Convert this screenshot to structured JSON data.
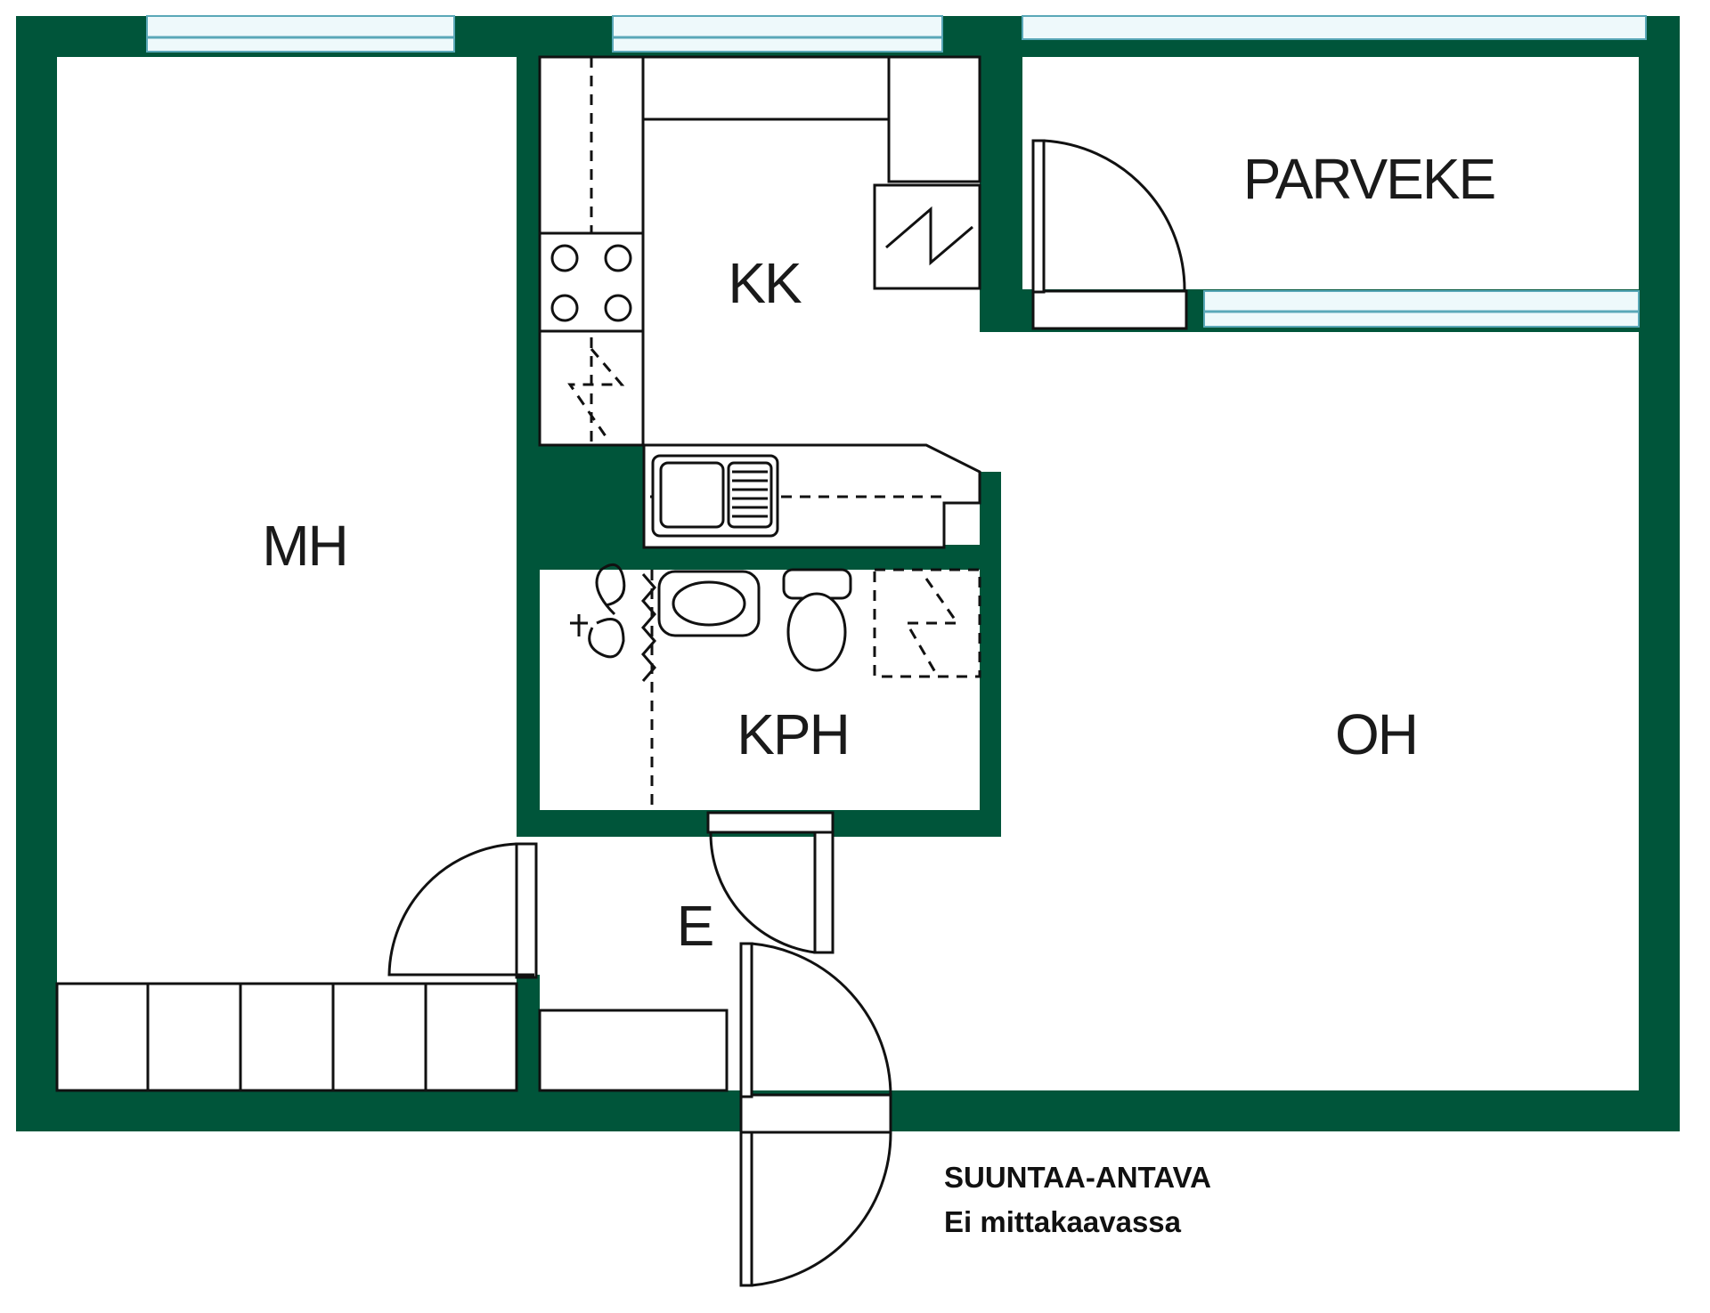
{
  "colors": {
    "wall": "#00553a",
    "window": "#5aa8b8",
    "ink": "#111111",
    "paper": "#ffffff"
  },
  "rooms": {
    "mh": "MH",
    "kk": "KK",
    "parveke": "PARVEKE",
    "kph": "KPH",
    "oh": "OH",
    "e": "E"
  },
  "note": {
    "line1": "SUUNTAA-ANTAVA",
    "line2": "Ei mittakaavassa"
  }
}
